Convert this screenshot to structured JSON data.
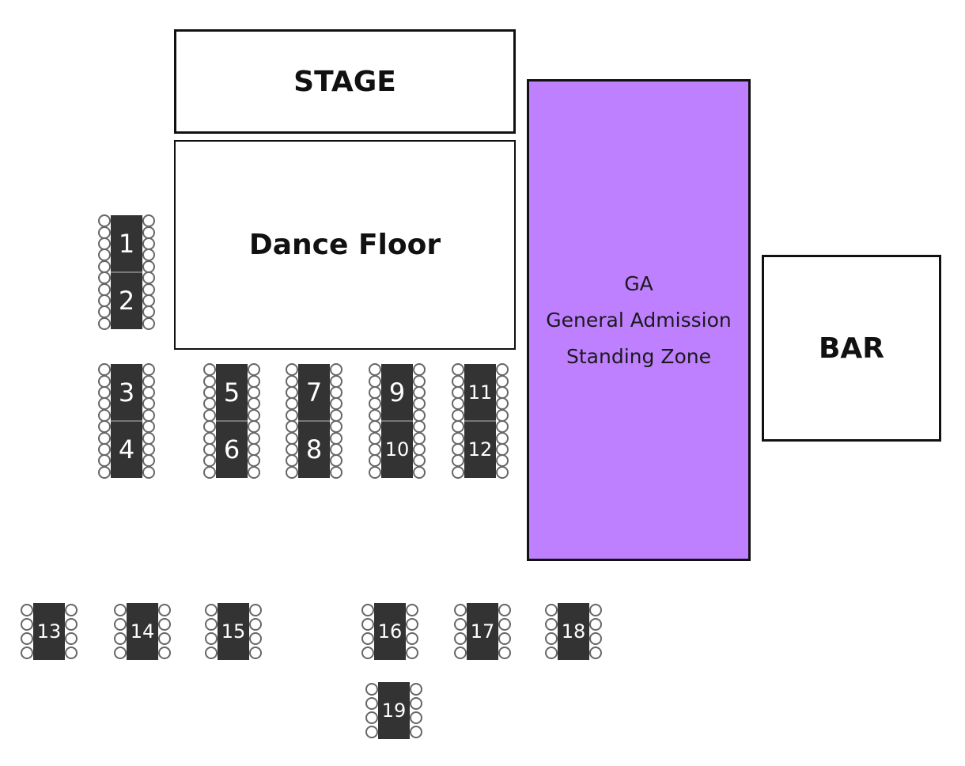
{
  "zones": {
    "stage": "STAGE",
    "dance_floor": "Dance Floor",
    "ga_lines": [
      "GA",
      "General Admission",
      "Standing Zone"
    ],
    "bar": "BAR"
  },
  "tables": [
    {
      "number": "1"
    },
    {
      "number": "2"
    },
    {
      "number": "3"
    },
    {
      "number": "4"
    },
    {
      "number": "5"
    },
    {
      "number": "6"
    },
    {
      "number": "7"
    },
    {
      "number": "8"
    },
    {
      "number": "9"
    },
    {
      "number": "10"
    },
    {
      "number": "11"
    },
    {
      "number": "12"
    },
    {
      "number": "13"
    },
    {
      "number": "14"
    },
    {
      "number": "15"
    },
    {
      "number": "16"
    },
    {
      "number": "17"
    },
    {
      "number": "18"
    },
    {
      "number": "19"
    }
  ],
  "colors": {
    "ga_fill": "#bf80ff",
    "table_fill": "#333333",
    "seat_outline": "#666666"
  }
}
